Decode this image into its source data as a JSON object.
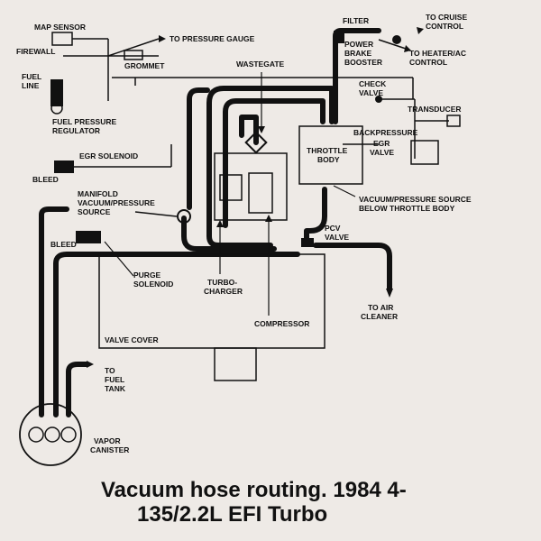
{
  "caption": {
    "line1": "Vacuum hose routing. 1984 4-",
    "line2": "135/2.2L EFI Turbo"
  },
  "labels": {
    "map_sensor": "MAP SENSOR",
    "firewall": "FIREWALL",
    "grommet": "GROMMET",
    "to_pressure_gauge": "TO PRESSURE GAUGE",
    "fuel_line_1": "FUEL",
    "fuel_line_2": "LINE",
    "fuel_pressure_regulator_1": "FUEL PRESSURE",
    "fuel_pressure_regulator_2": "REGULATOR",
    "egr_solenoid": "EGR SOLENOID",
    "bleed_top": "BLEED",
    "manifold_1": "MANIFOLD",
    "manifold_2": "VACUUM/PRESSURE",
    "manifold_3": "SOURCE",
    "bleed_bottom": "BLEED",
    "purge_solenoid_1": "PURGE",
    "purge_solenoid_2": "SOLENOID",
    "wastegate": "WASTEGATE",
    "turbocharger_1": "TURBO-",
    "turbocharger_2": "CHARGER",
    "compressor": "COMPRESSOR",
    "valve_cover": "VALVE COVER",
    "to_fuel_tank_1": "TO",
    "to_fuel_tank_2": "FUEL",
    "to_fuel_tank_3": "TANK",
    "vapor_canister_1": "VAPOR",
    "vapor_canister_2": "CANISTER",
    "filter": "FILTER",
    "power_brake_1": "POWER",
    "power_brake_2": "BRAKE",
    "power_brake_3": "BOOSTER",
    "to_cruise_1": "TO CRUISE",
    "to_cruise_2": "CONTROL",
    "to_heater_1": "TO HEATER/AC",
    "to_heater_2": "CONTROL",
    "check_valve_1": "CHECK",
    "check_valve_2": "VALVE",
    "transducer": "TRANSDUCER",
    "backpressure_1": "BACKPRESSURE",
    "backpressure_2": "EGR",
    "backpressure_3": "VALVE",
    "throttle_body_1": "THROTTLE",
    "throttle_body_2": "BODY",
    "vps_below_1": "VACUUM/PRESSURE SOURCE",
    "vps_below_2": "BELOW THROTTLE BODY",
    "pcv_valve_1": "PCV",
    "pcv_valve_2": "VALVE",
    "to_air_cleaner_1": "TO AIR",
    "to_air_cleaner_2": "CLEANER"
  }
}
